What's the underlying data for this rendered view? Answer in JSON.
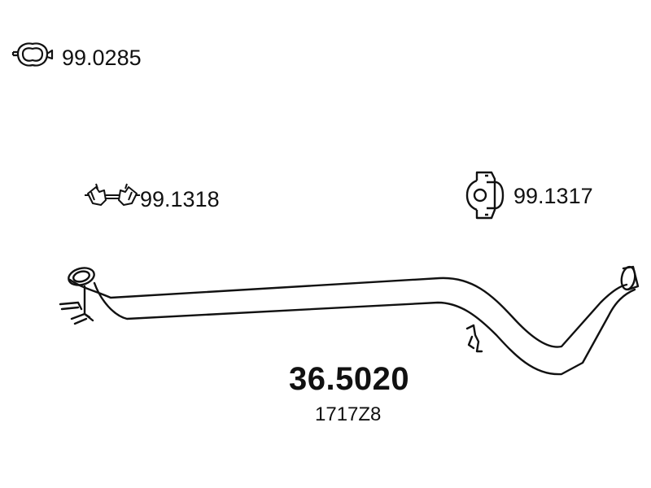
{
  "parts": {
    "clamp": {
      "code": "99.0285",
      "icon": "pipe-clamp-icon"
    },
    "hanger_left": {
      "code": "99.1318",
      "icon": "rubber-hanger-icon"
    },
    "hanger_right": {
      "code": "99.1317",
      "icon": "rubber-mount-icon"
    }
  },
  "main_part": {
    "number": "36.5020",
    "oem_number": "1717Z8",
    "icon": "exhaust-pipe-icon"
  },
  "colors": {
    "line": "#111111",
    "background": "#ffffff"
  }
}
